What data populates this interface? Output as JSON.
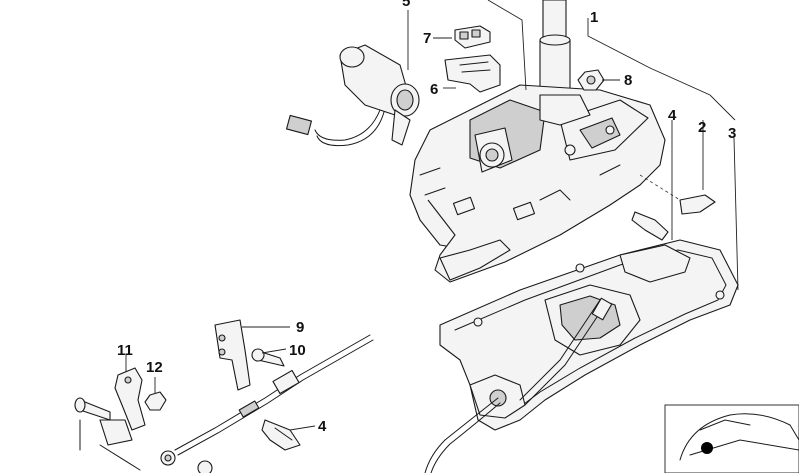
{
  "diagram": {
    "callouts": [
      {
        "id": "c1",
        "label": "1"
      },
      {
        "id": "c2",
        "label": "2"
      },
      {
        "id": "c3",
        "label": "3"
      },
      {
        "id": "c4a",
        "label": "4"
      },
      {
        "id": "c4b",
        "label": "4"
      },
      {
        "id": "c5",
        "label": "5"
      },
      {
        "id": "c6",
        "label": "6"
      },
      {
        "id": "c7",
        "label": "7"
      },
      {
        "id": "c8",
        "label": "8"
      },
      {
        "id": "c9",
        "label": "9"
      },
      {
        "id": "c10",
        "label": "10"
      },
      {
        "id": "c11",
        "label": "11"
      },
      {
        "id": "c12",
        "label": "12"
      }
    ]
  }
}
